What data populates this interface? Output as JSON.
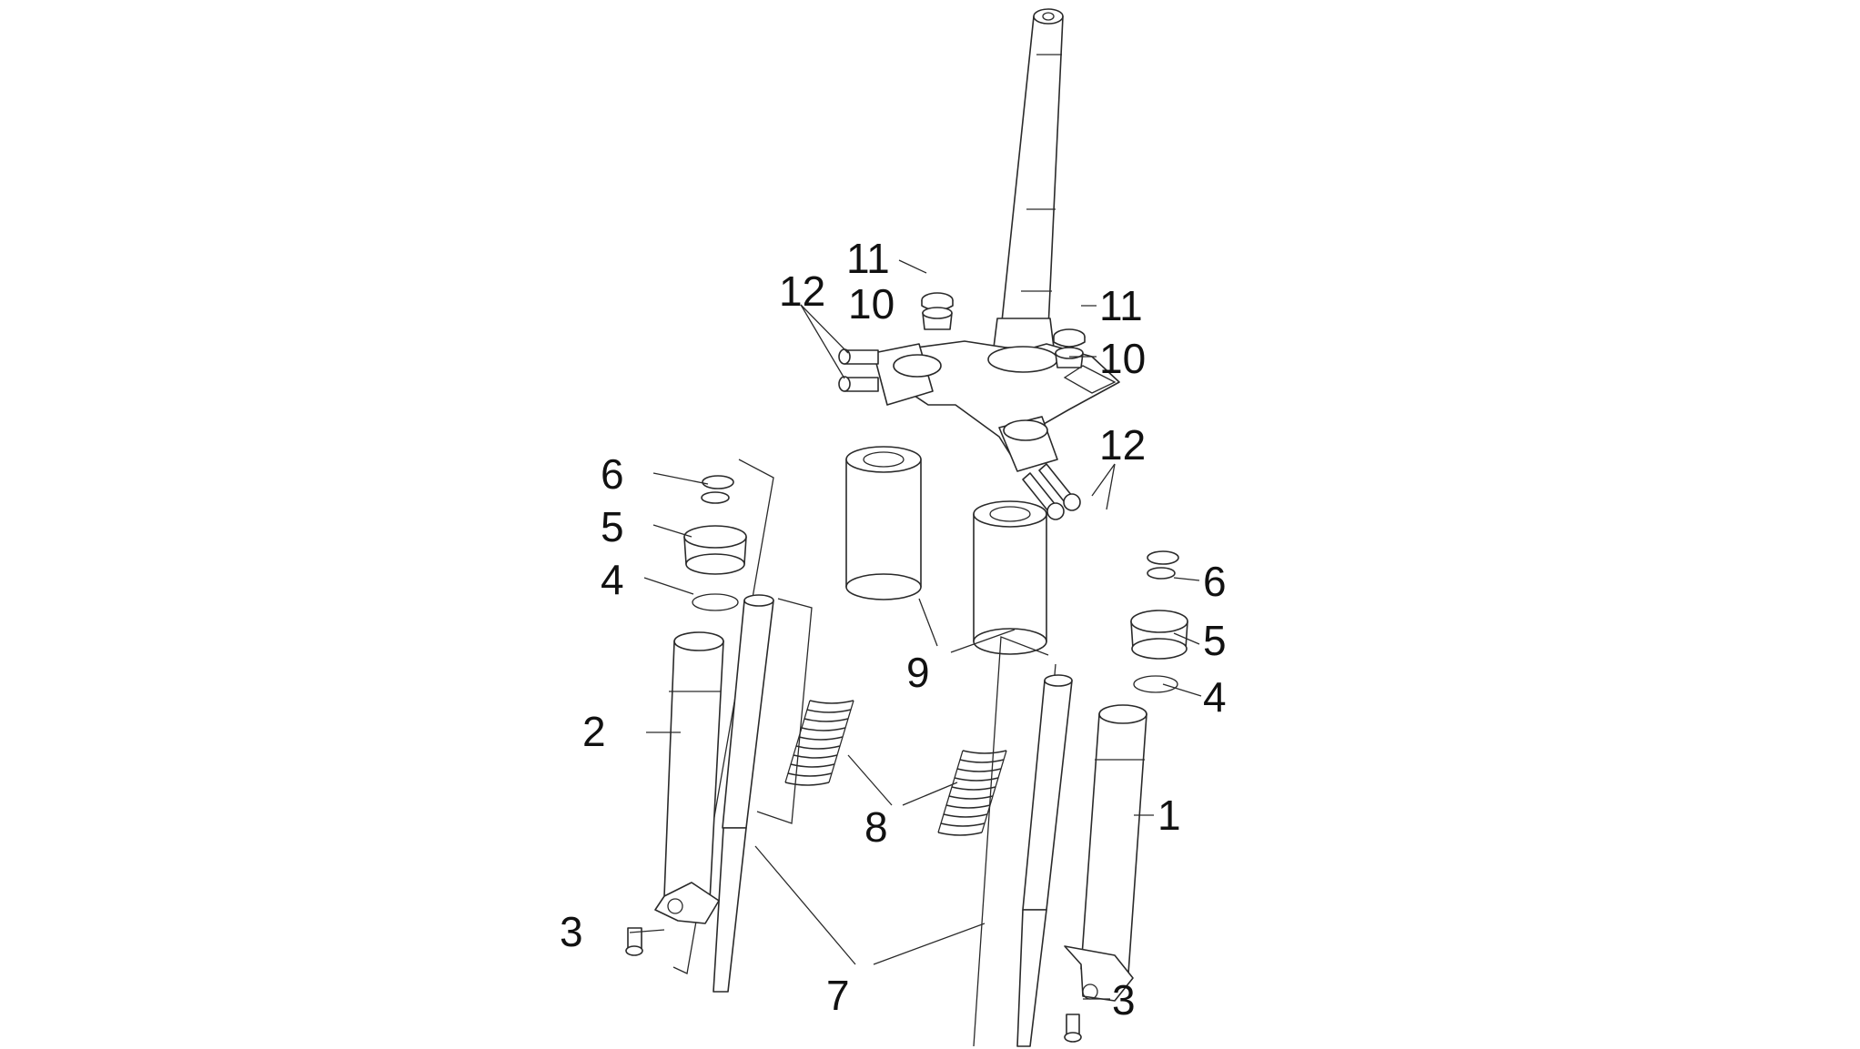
{
  "diagram": {
    "callouts": [
      {
        "id": "c1",
        "text": "1"
      },
      {
        "id": "c2",
        "text": "2"
      },
      {
        "id": "c3a",
        "text": "3"
      },
      {
        "id": "c3b",
        "text": "3"
      },
      {
        "id": "c4a",
        "text": "4"
      },
      {
        "id": "c4b",
        "text": "4"
      },
      {
        "id": "c5a",
        "text": "5"
      },
      {
        "id": "c5b",
        "text": "5"
      },
      {
        "id": "c6a",
        "text": "6"
      },
      {
        "id": "c6b",
        "text": "6"
      },
      {
        "id": "c7",
        "text": "7"
      },
      {
        "id": "c8",
        "text": "8"
      },
      {
        "id": "c9",
        "text": "9"
      },
      {
        "id": "c10a",
        "text": "10"
      },
      {
        "id": "c10b",
        "text": "10"
      },
      {
        "id": "c11a",
        "text": "11"
      },
      {
        "id": "c11b",
        "text": "11"
      },
      {
        "id": "c12a",
        "text": "12"
      },
      {
        "id": "c12b",
        "text": "12"
      }
    ]
  }
}
